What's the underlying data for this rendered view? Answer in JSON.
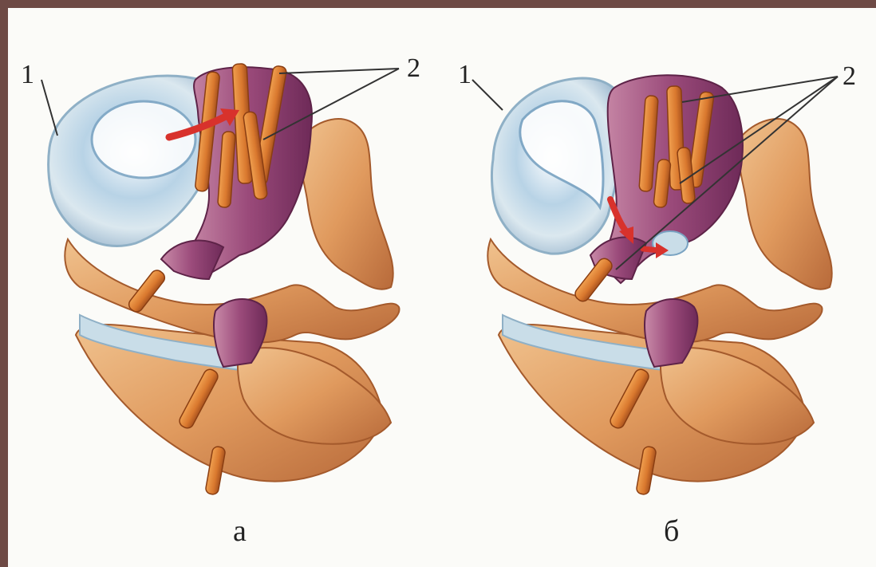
{
  "colors": {
    "frame": "#6e4a45",
    "background": "#fbfbf8",
    "bone": "#e1a06a",
    "bone_shadow": "#b86a3a",
    "disc": "#c9dde8",
    "nucleus": "#9fbfd6",
    "dura": "#8e3a6e",
    "nerve": "#d9782e",
    "arrow": "#d8322c"
  },
  "panel_a": {
    "sublabel": "а",
    "callout_1": "1",
    "callout_2": "2"
  },
  "panel_b": {
    "sublabel": "б",
    "callout_1": "1",
    "callout_2": "2"
  }
}
